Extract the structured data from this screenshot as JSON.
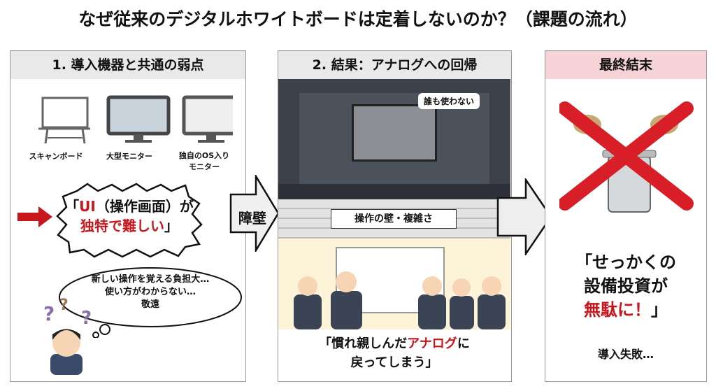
{
  "title": "なぜ従来のデジタルホワイトボードは定着しないのか？（課題の流れ）",
  "panel1": {
    "header": "1. 導入機器と共通の弱点",
    "devices": [
      {
        "label": "スキャンボード"
      },
      {
        "label": "大型モニター"
      },
      {
        "label": "独自のOS入り\nモニター"
      }
    ],
    "burst": {
      "line1_open": "「",
      "line1_red": "UI",
      "line1_rest": "（操作画面）が",
      "line2_red": "独特で難しい",
      "line2_close": "」"
    },
    "thought": [
      "新しい操作を覚える負担大…",
      "使い方がわからない…",
      "敬遠"
    ]
  },
  "barrier_label": "障壁",
  "panel2": {
    "header": "2. 結果：アナログへの回帰",
    "bubble": "誰も使わない",
    "wall_label": "操作の壁・複雑さ",
    "caption": {
      "open": "「慣れ親しんだ",
      "red": "アナログ",
      "rest": "に",
      "line2": "戻ってしまう」"
    }
  },
  "panel3": {
    "header": "最終結末",
    "quote": {
      "line1": "「せっかくの",
      "line2": "設備投資が",
      "line3_red": "無駄に！",
      "line3_close": "」"
    },
    "sub": "導入失敗…"
  },
  "colors": {
    "accent_red": "#c8161d",
    "header_gray": "#e9e9e9",
    "header_pink": "#f6d3d6"
  }
}
